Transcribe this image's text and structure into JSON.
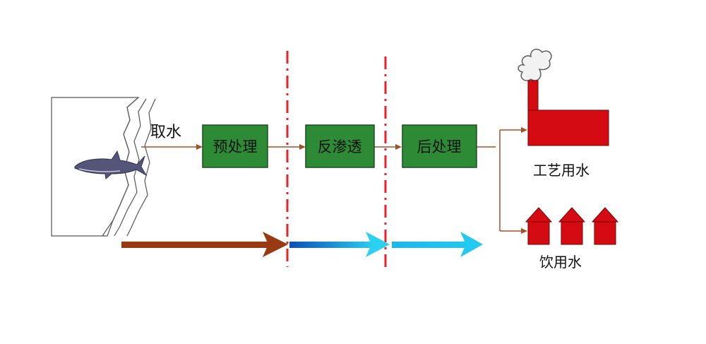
{
  "labels": {
    "intake": "取水",
    "industrial": "工艺用水",
    "drinking": "饮用水"
  },
  "steps": [
    {
      "label": "预处理"
    },
    {
      "label": "反渗透"
    },
    {
      "label": "后处理"
    }
  ],
  "colors": {
    "step_fill": "#2e8b35",
    "divider": "#e8212a",
    "flow_line": "#a2502a",
    "arrow_brown": "#9a3a12",
    "arrow_blue_dark": "#0a63c8",
    "arrow_cyan": "#1cc6ee",
    "building": "#d40b12"
  }
}
